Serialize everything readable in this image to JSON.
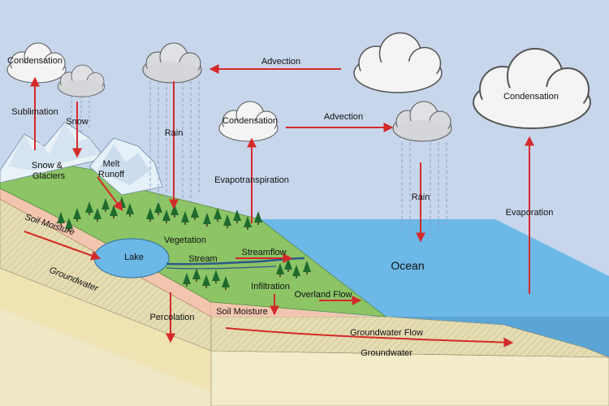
{
  "labels": {
    "condensation_top_left": "Condensation",
    "sublimation": "Sublimation",
    "snow": "Snow",
    "snow_glaciers_line1": "Snow &",
    "snow_glaciers_line2": "Glaciers",
    "melt_runoff_line1": "Melt",
    "melt_runoff_line2": "Runoff",
    "rain_left": "Rain",
    "advection_top": "Advection",
    "condensation_middle": "Condensation",
    "advection_middle": "Advection",
    "evapotranspiration": "Evapotranspiration",
    "rain_ocean": "Rain",
    "condensation_right": "Condensation",
    "evaporation": "Evaporation",
    "soil_moisture_left": "Soil Moisture",
    "lake": "Lake",
    "groundwater_left": "Groundwater",
    "vegetation": "Vegetation",
    "stream": "Stream",
    "streamflow": "Streamflow",
    "ocean": "Ocean",
    "infiltration": "Infiltration",
    "overland_flow": "Overland Flow",
    "percolation": "Percolation",
    "soil_moisture_right": "Soil Moisture",
    "groundwater_flow": "Groundwater Flow",
    "groundwater_right": "Groundwater"
  },
  "colors": {
    "sky": "#c8d6ec",
    "arrow": "#d42a2a",
    "ocean": "#6cb8e6",
    "land": "#8cc466",
    "soil": "#f2c6ae",
    "groundwater": "#e8dcae",
    "bedrock": "#f3ecc8"
  }
}
